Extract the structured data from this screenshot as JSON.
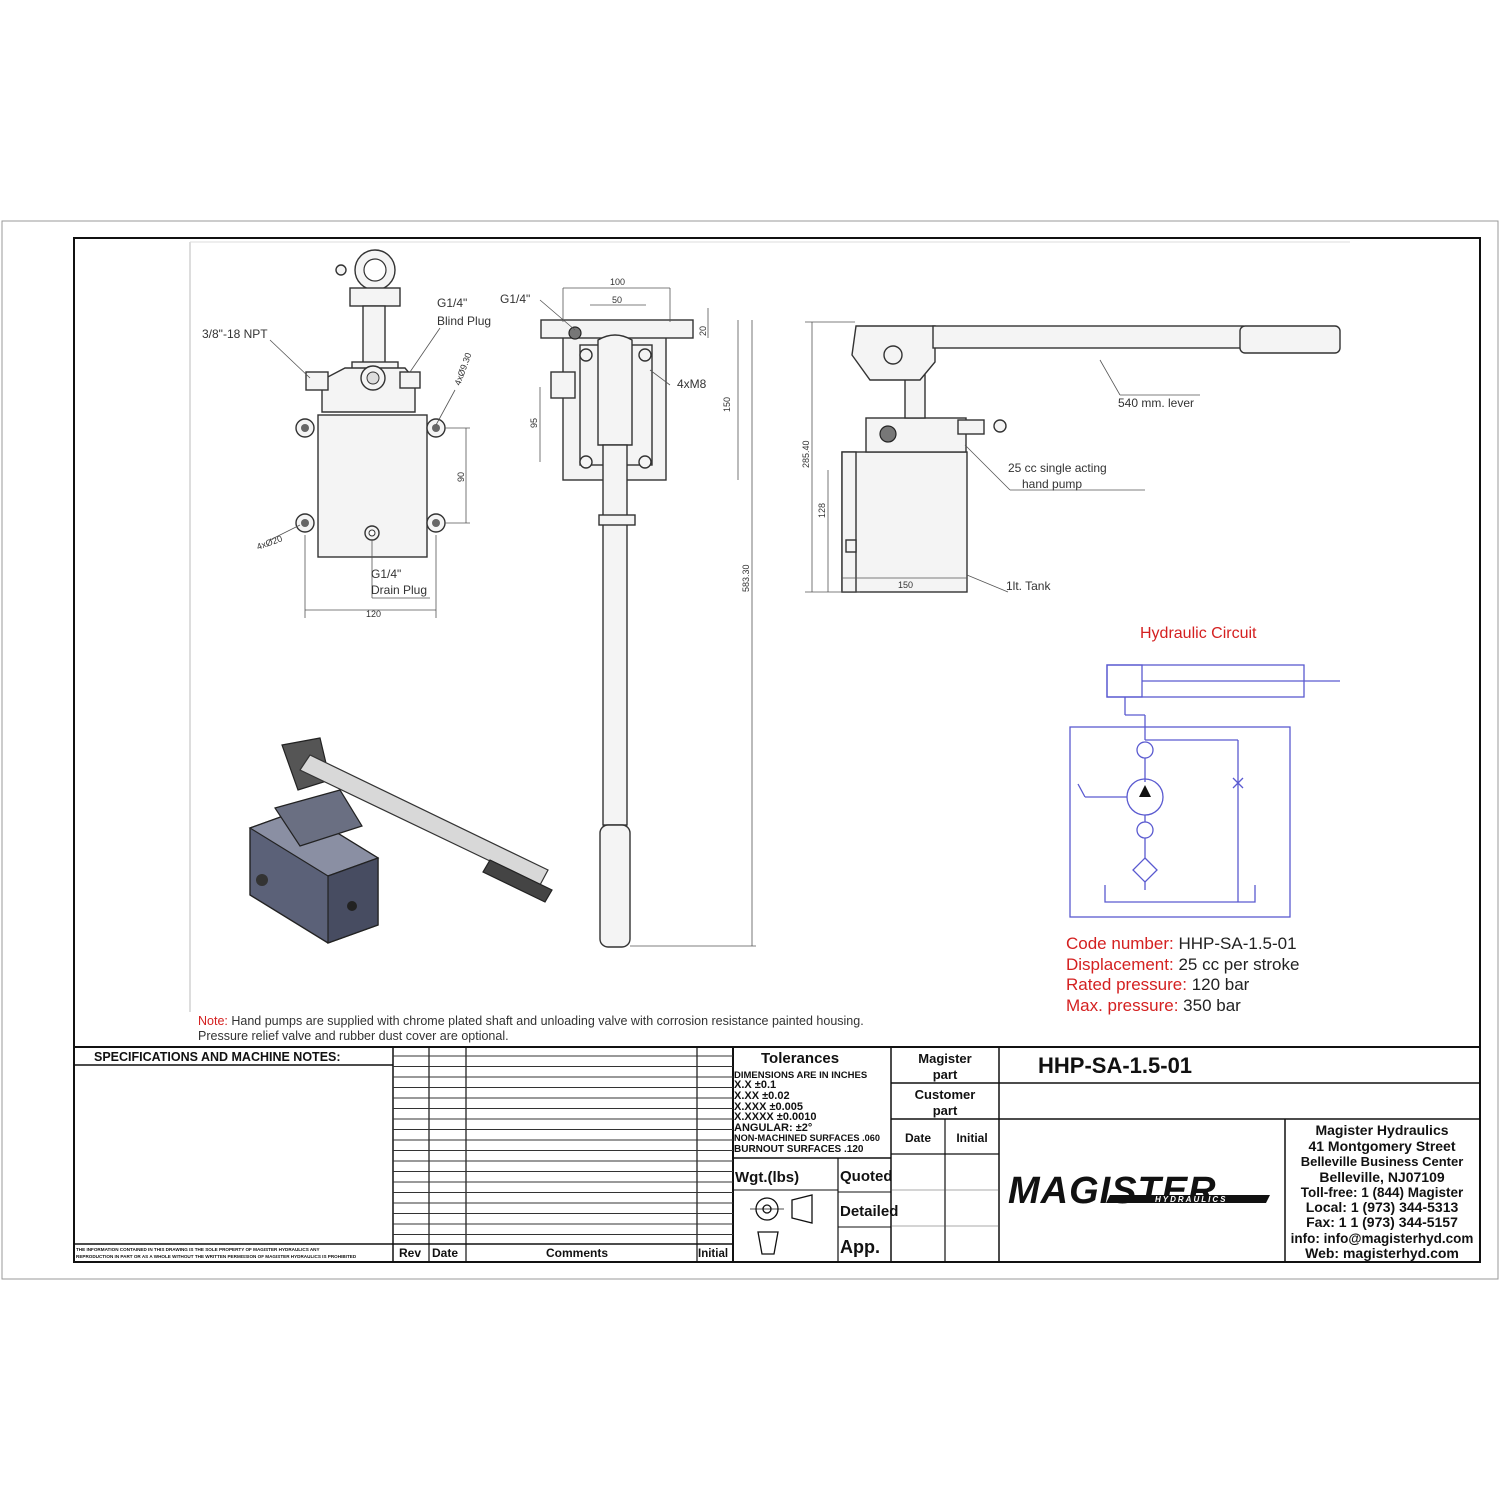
{
  "drawing": {
    "front_view": {
      "port_left": "3/8\"-18 NPT",
      "port_right_1": "G1/4\"",
      "port_right_2": "Blind Plug",
      "holes": "4xØ9.30",
      "mount_holes": "4xØ20",
      "dim_vertical": "90",
      "dim_width": "120",
      "drain_1": "G1/4\"",
      "drain_2": "Drain Plug"
    },
    "top_view": {
      "port": "G1/4\"",
      "dim_100": "100",
      "dim_50": "50",
      "dim_20": "20",
      "dim_95": "95",
      "dim_150": "150",
      "dim_583": "583.30",
      "bolts": "4xM8"
    },
    "side_view": {
      "lever": "540 mm. lever",
      "pump_1": "25 cc single acting",
      "pump_2": "hand pump",
      "dim_285": "285.40",
      "dim_128": "128",
      "dim_150": "150",
      "tank": "1lt. Tank"
    }
  },
  "circuit": {
    "title": "Hydraulic Circuit"
  },
  "specs": [
    {
      "label": "Code number:",
      "value": "HHP-SA-1.5-01"
    },
    {
      "label": "Displacement:",
      "value": "25 cc per stroke"
    },
    {
      "label": "Rated pressure:",
      "value": "120 bar"
    },
    {
      "label": "Max. pressure:",
      "value": "350 bar"
    }
  ],
  "note": {
    "label": "Note:",
    "line1": " Hand pumps are supplied with chrome plated shaft and unloading valve with corrosion resistance painted housing.",
    "line2": "Pressure relief valve and rubber dust cover are optional."
  },
  "title_block": {
    "spec_header": "SPECIFICATIONS AND MACHINE NOTES:",
    "rev": "Rev",
    "date": "Date",
    "comments": "Comments",
    "initial": "Initial",
    "tolerances": "Tolerances",
    "tol_lines": [
      "DIMENSIONS ARE IN INCHES",
      "X.X ±0.1",
      "X.XX ±0.02",
      "X.XXX ±0.005",
      "X.XXXX ±0.0010",
      "ANGULAR: ±2°",
      "NON-MACHINED SURFACES .060",
      "BURNOUT SURFACES .120"
    ],
    "weight": "Wgt.(lbs)",
    "quoted": "Quoted",
    "detailed": "Detailed",
    "approved": "App.",
    "magister_part_1": "Magister",
    "magister_part_2": "part",
    "part_number": "HHP-SA-1.5-01",
    "customer_part_1": "Customer",
    "customer_part_2": "part",
    "date_col": "Date",
    "initial_col": "Initial",
    "logo_word": "MAGISTER",
    "logo_sub": "HYDRAULICS",
    "company": [
      "Magister Hydraulics",
      "41 Montgomery Street",
      "Belleville Business Center",
      "Belleville, NJ07109",
      "Toll-free: 1 (844) Magister",
      "Local: 1 (973) 344-5313",
      "Fax: 1 1 (973) 344-5157",
      "info: info@magisterhyd.com",
      "Web: magisterhyd.com"
    ],
    "disclaimer_1": "THE INFORMATION CONTAINED IN THIS DRAWING IS THE SOLE PROPERTY OF MAGISTER HYDRAULICS ANY",
    "disclaimer_2": "REPRODUCTION IN PART OR AS A WHOLE WITHOUT THE WRITTEN PERMISSION OF MAGISTER HYDRAULICS IS PROHIBITED"
  },
  "colors": {
    "accent_red": "#d42020",
    "circuit_blue": "#5a5ad0",
    "tank_fill": "#5b6178"
  }
}
